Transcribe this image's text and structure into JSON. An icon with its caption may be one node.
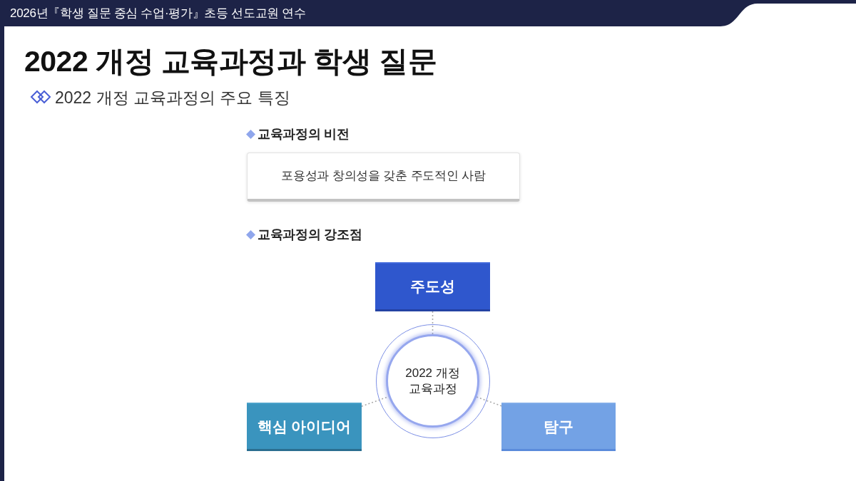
{
  "diagram": {
    "title": "2022 개정 교육과정과 학생 질문",
    "nodes": [
      {
        "text": [
          "포용성과 창의성을 갖춘 주도적인 사람"
        ]
      },
      {
        "text": [
          "주도성"
        ]
      },
      {
        "text": [
          "2022 개정 교육과정"
        ]
      },
      {
        "text": [
          "핵심 아이디어"
        ]
      },
      {
        "text": [
          "탐구"
        ]
      }
    ],
    "edges": [
      {
        "from": 1,
        "to": 2,
        "arrow": "none",
        "style": "dashed"
      },
      {
        "from": 3,
        "to": 2,
        "arrow": "none",
        "style": "dashed"
      },
      {
        "from": 4,
        "to": 2,
        "arrow": "none",
        "style": "dashed"
      }
    ],
    "labels": [
      "2026년『학생 질문 중심 수업·평가』초등 선도교원 연수",
      "2022 개정 교육과정의 주요 특징",
      "교육과정의 비전",
      "교육과정의 강조점"
    ]
  }
}
